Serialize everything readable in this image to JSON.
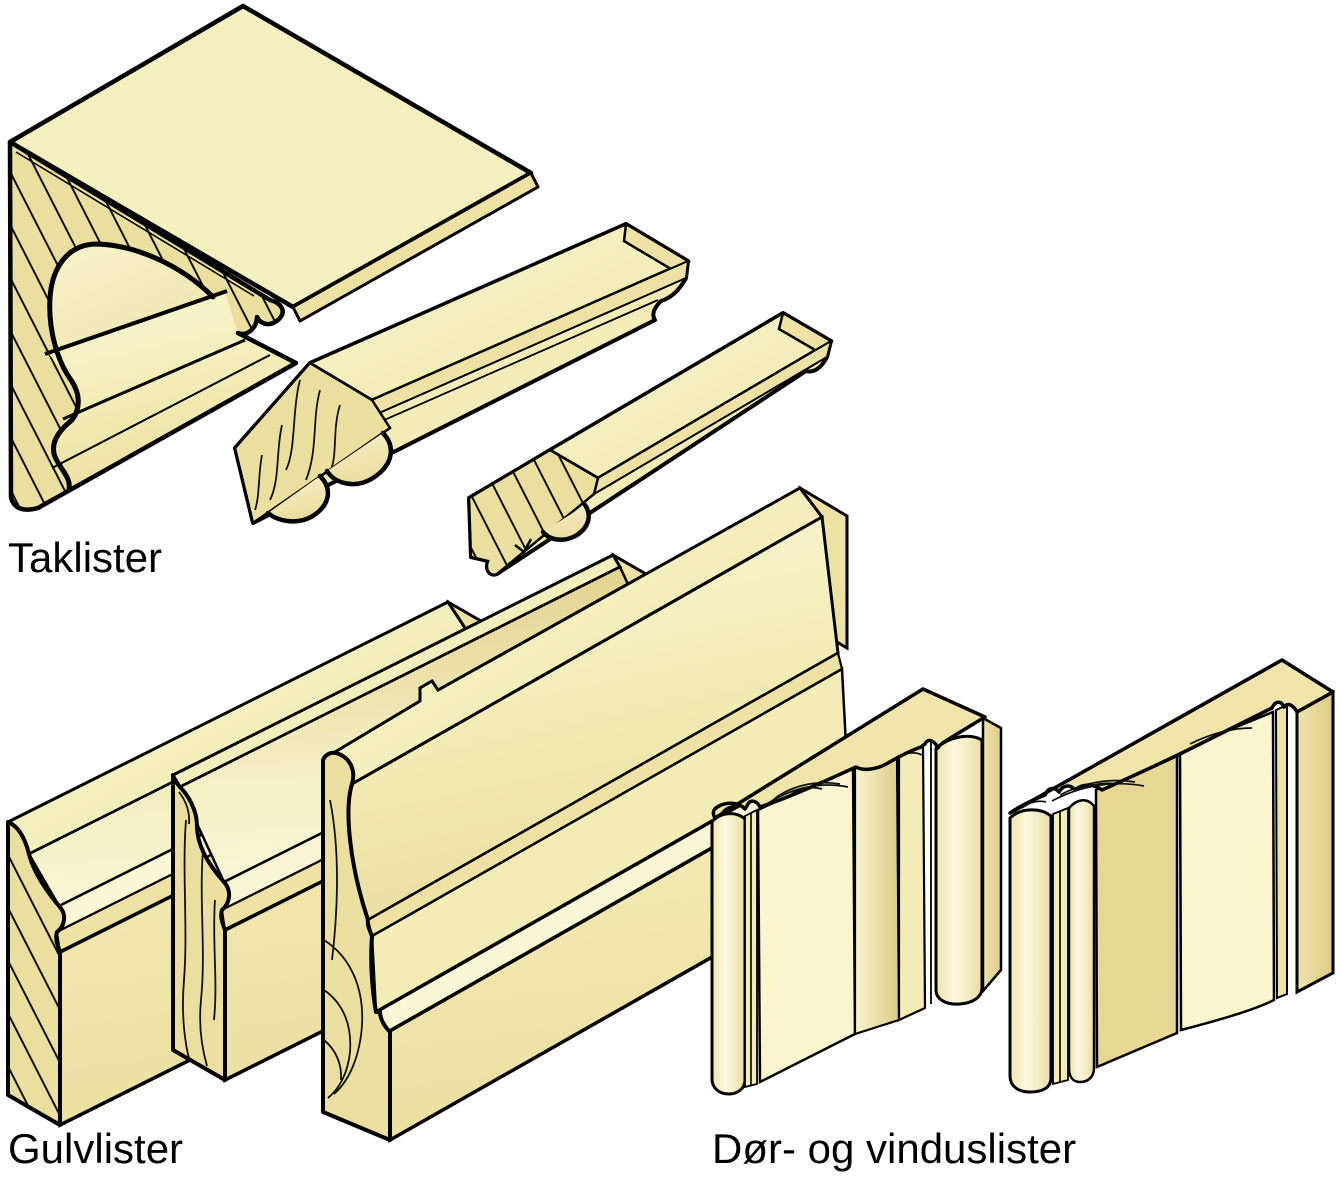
{
  "illustration": {
    "kind": "wood-moulding-profiles",
    "background": "#FFFFFF",
    "outline_color": "#000000",
    "wood_colors": {
      "base": "#F3ECB6",
      "bright": "#FBF6D8",
      "mid": "#EDE1A3",
      "cut_face": "#EBDF9F",
      "dark": "#E2D18E",
      "cove_shadow": "#DFCE88"
    },
    "groups": [
      {
        "id": "taklister",
        "label": "Taklister",
        "pieces": [
          "crown-moulding-ceiling-corner",
          "crown-strip-medium-double-cove",
          "crown-strip-small-bead"
        ]
      },
      {
        "id": "gulvlister",
        "label": "Gulvlister",
        "pieces": [
          "baseboard-ogee",
          "baseboard-round-nose",
          "baseboard-stepped-tall"
        ]
      },
      {
        "id": "dor_vinduslister",
        "label": "Dør- og vinduslister",
        "pieces": [
          "architrave-bead-cove",
          "architrave-bead-ogee"
        ]
      }
    ],
    "labels": {
      "taklister": "Taklister",
      "gulvlister": "Gulvlister",
      "dor_vinduslister": "Dør- og vinduslister"
    }
  }
}
